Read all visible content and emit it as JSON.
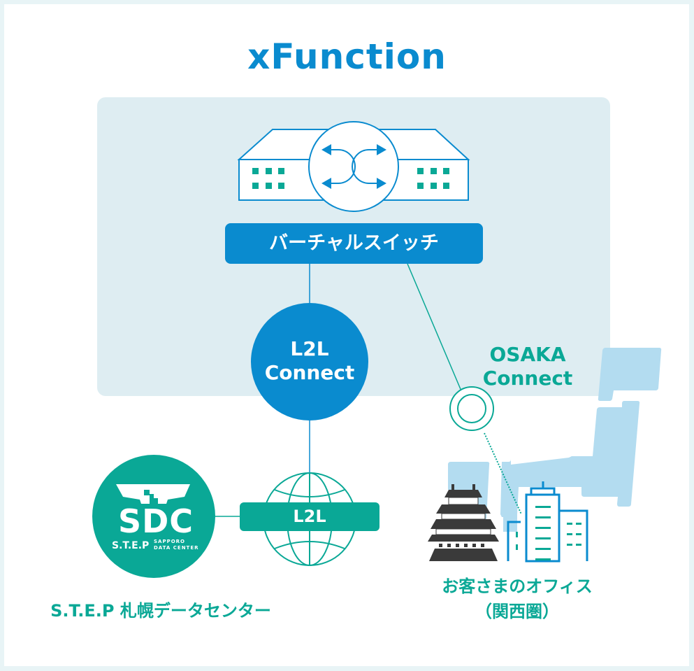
{
  "title": "xFunction",
  "virtual_switch": {
    "label": "バーチャルスイッチ",
    "icon": "network-switch-icon"
  },
  "l2l_connect": {
    "line1": "L2L",
    "line2": "Connect"
  },
  "osaka_connect": {
    "line1": "OSAKA",
    "line2": "Connect"
  },
  "l2l": {
    "label": "L2L",
    "icon": "globe-icon"
  },
  "sdc": {
    "logo_text": "SDC",
    "logo_sub": "S.T.E.P",
    "logo_sub2_line1": "SAPPORO",
    "logo_sub2_line2": "DATA CENTER",
    "caption": "S.T.E.P 札幌データセンター"
  },
  "office": {
    "caption_line1": "お客さまのオフィス",
    "caption_line2": "（関西圏）",
    "icons": [
      "castle-icon",
      "office-building-icon",
      "japan-map-icon"
    ]
  },
  "colors": {
    "blue": "#0a8bcf",
    "teal": "#0aa896",
    "panel": "#deedf2",
    "map": "#b3dcf0",
    "castle": "#3a3a3a"
  }
}
